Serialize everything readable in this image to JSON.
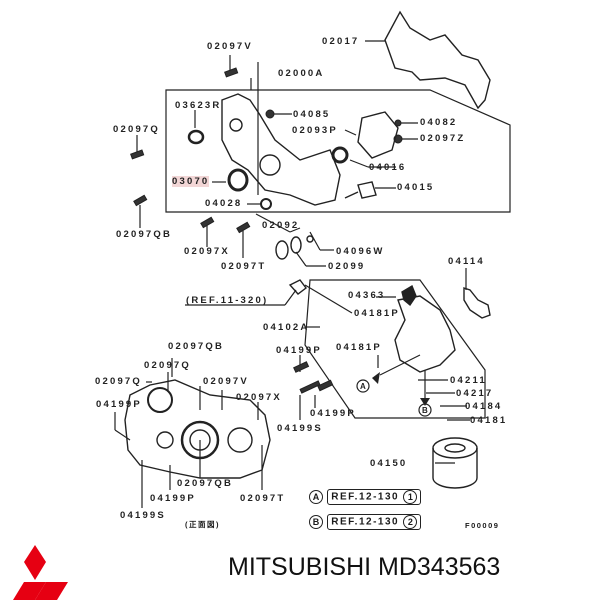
{
  "diagram": {
    "labels": {
      "p02097V_top": "02097V",
      "p02017": "02017",
      "p02000A": "02000A",
      "p03623R": "03623R",
      "p04085": "04085",
      "p04082": "04082",
      "p02093P": "02093P",
      "p02097Z": "02097Z",
      "p02097Q_left": "02097Q",
      "p04016": "04016",
      "p03070": "03070",
      "p04015": "04015",
      "p04028": "04028",
      "p02092": "02092",
      "p02097QB_left": "02097QB",
      "p02097X_mid": "02097X",
      "p04096W": "04096W",
      "p02097T_mid": "02097T",
      "p02099": "02099",
      "p04114": "04114",
      "ref_11_320": "(REF.11-320)",
      "p04363": "04363",
      "p04181P_a": "04181P",
      "p04102A": "04102A",
      "p04181P_b": "04181P",
      "p04199P_a": "04199P",
      "p02097QB_b": "02097QB",
      "p02097Q_b": "02097Q",
      "p02097Q_c": "02097Q",
      "p02097V_b": "02097V",
      "p04199P_left": "04199P",
      "p02097X_b": "02097X",
      "p04211": "04211",
      "p04217": "04217",
      "p04184": "04184",
      "p04199P_b": "04199P",
      "p04199S_a": "04199S",
      "p04181": "04181",
      "p04150": "04150",
      "p02097QB_c": "02097QB",
      "p04199P_c": "04199P",
      "p02097T_b": "02097T",
      "p04199S_b": "04199S",
      "front_view": "(正面図)",
      "figure_code": "F00009"
    },
    "highlighted_part": "03070",
    "highlight_color": "#f2d6d6",
    "references": [
      {
        "marker": "A",
        "text": "REF.12-130",
        "num": "1"
      },
      {
        "marker": "B",
        "text": "REF.12-130",
        "num": "2"
      }
    ]
  },
  "footer": {
    "brand": "MITSUBISHI",
    "part_number": "MD343563",
    "title": "MITSUBISHI MD343563",
    "logo_color": "#e60012"
  }
}
